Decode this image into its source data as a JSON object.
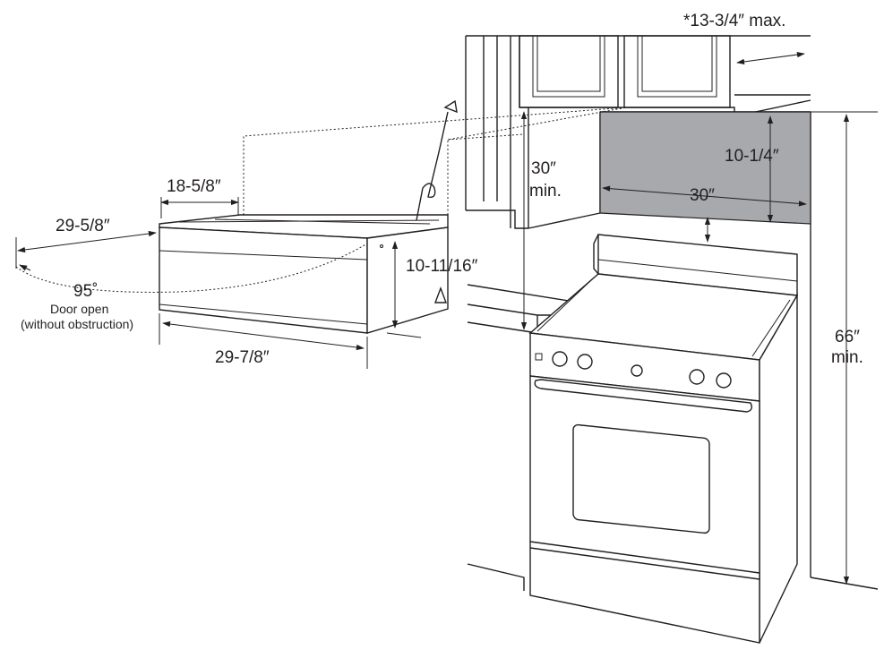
{
  "labels": {
    "cabinet_depth_max": "*13-3/4″ max.",
    "wall_clearance_height": "10-1/4″",
    "wall_clearance_width": "30″",
    "cooktop_clearance": "30″",
    "cooktop_clearance_suffix": "min.",
    "floor_to_cabinet": "66″",
    "floor_to_cabinet_suffix": "min.",
    "oven_depth": "18-5/8″",
    "door_open_reach": "29-5/8″",
    "door_angle": "95˚",
    "door_open_note": "Door open",
    "door_open_note_detail": "(without obstruction)",
    "oven_height": "10-11/16″",
    "oven_width": "29-7/8″"
  },
  "colors": {
    "line": "#231f20",
    "clearance_panel": "#a7a9ac",
    "background": "#ffffff"
  }
}
